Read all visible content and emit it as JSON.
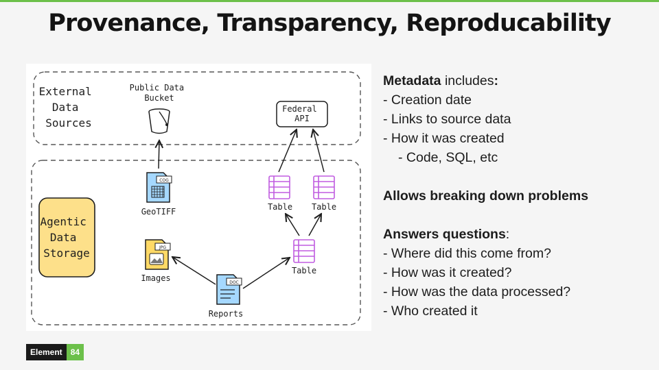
{
  "slide": {
    "title": "Provenance, Transparency, Reproducability"
  },
  "diagram": {
    "external_group_label": [
      "External",
      "Data",
      "Sources"
    ],
    "storage_label": [
      "Agentic",
      "Data",
      "Storage"
    ],
    "public_bucket_label": [
      "Public Data",
      "Bucket"
    ],
    "federal_api_label": [
      "Federal",
      "API"
    ],
    "geotiff_label": "GeoTIFF",
    "geotiff_badge": "COG",
    "images_label": "Images",
    "images_badge": "JPG",
    "reports_label": "Reports",
    "reports_badge": "DOC",
    "table_left_label": "Table",
    "table_right_label": "Table",
    "table_bottom_label": "Table"
  },
  "content": {
    "metadata_bold": "Metadata",
    "metadata_rest": " includes",
    "metadata_colon": ":",
    "metadata_items": [
      "- Creation date",
      "- Links to source data",
      "- How it was created"
    ],
    "metadata_subitem": "- Code, SQL, etc",
    "breaking_down": "Allows breaking down problems",
    "answers_bold": "Answers questions",
    "answers_colon": ":",
    "question_items": [
      "- Where did this come from?",
      "- How was it created?",
      "- How was the data processed?",
      "- Who created it"
    ]
  },
  "footer": {
    "logo_name": "Element",
    "logo_number": "84"
  },
  "colors": {
    "brand_green": "#6cc04a",
    "storage_yellow": "#fde08a",
    "file_blue": "#a5d8ff",
    "image_yellow": "#ffd966",
    "table_purple": "#c05ce0"
  }
}
